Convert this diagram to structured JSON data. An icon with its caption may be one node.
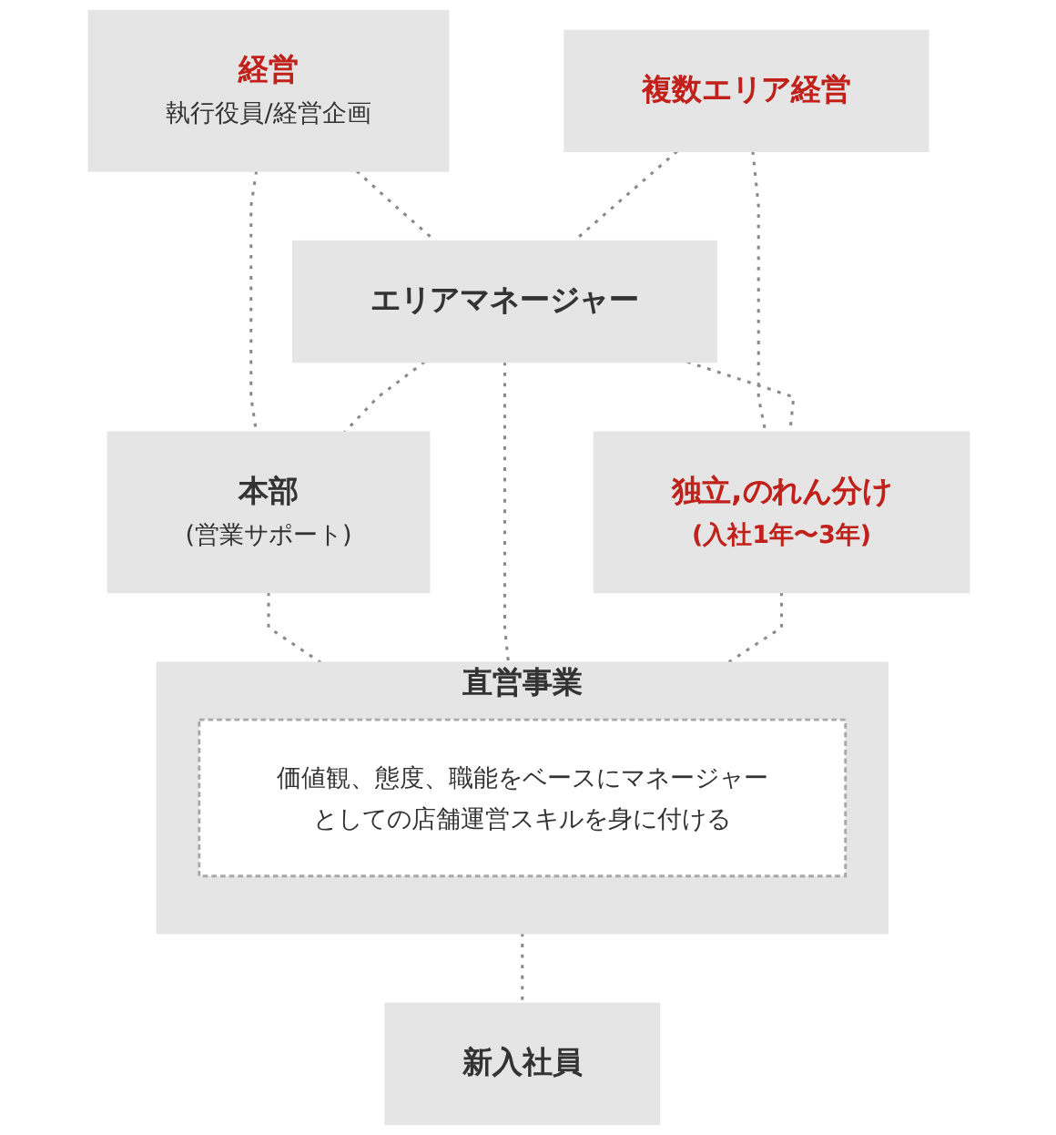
{
  "diagram": {
    "nodes": [
      {
        "text": [
          "経営",
          "執行役員/経営企画"
        ]
      },
      {
        "text": [
          "複数エリア経営"
        ]
      },
      {
        "text": [
          "本部",
          "(営業サポート)"
        ]
      },
      {
        "text": [
          "エリアマネージャー"
        ]
      },
      {
        "text": [
          "独立,のれん分け",
          "(入社1年〜3年)"
        ]
      },
      {
        "text": [
          "直営事業"
        ]
      },
      {
        "text": [
          "価値観、態度、職能をベースにマネージャーとしての店舗運営スキルを身に付ける"
        ],
        "in": 5
      },
      {
        "text": [
          "新入社員"
        ]
      }
    ],
    "edges": [
      {
        "from": 0,
        "to": 2,
        "arrow": "none",
        "style": "dashed"
      },
      {
        "from": 0,
        "to": 3,
        "arrow": "none",
        "style": "dashed"
      },
      {
        "from": 1,
        "to": 3,
        "arrow": "none",
        "style": "dashed"
      },
      {
        "from": 1,
        "to": 4,
        "arrow": "none",
        "style": "dashed"
      },
      {
        "from": 3,
        "to": 2,
        "arrow": "none",
        "style": "dashed"
      },
      {
        "from": 3,
        "to": 4,
        "arrow": "none",
        "style": "dashed"
      },
      {
        "from": 2,
        "to": 5,
        "arrow": "none",
        "style": "dashed"
      },
      {
        "from": 3,
        "to": 5,
        "arrow": "none",
        "style": "dashed"
      },
      {
        "from": 4,
        "to": 5,
        "arrow": "none",
        "style": "dashed"
      },
      {
        "from": 5,
        "to": 7,
        "arrow": "none",
        "style": "dashed"
      }
    ]
  }
}
